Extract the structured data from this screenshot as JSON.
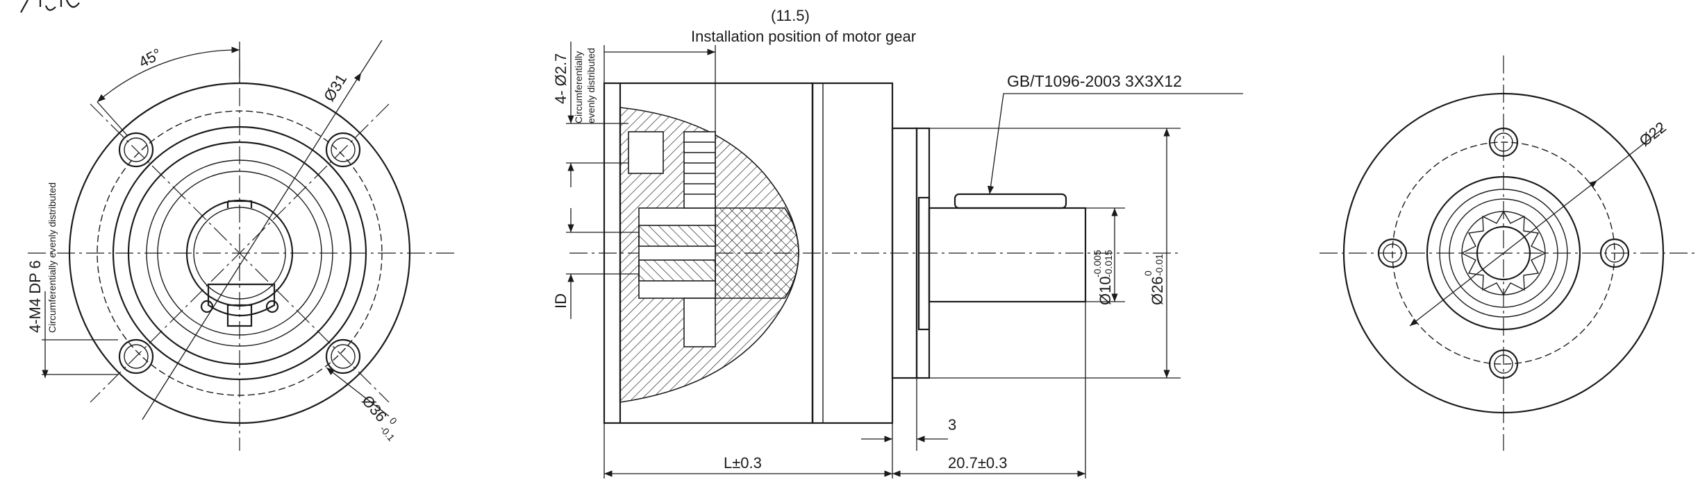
{
  "front_view": {
    "angle": "45°",
    "dia_31": "Ø31",
    "dia_36": "Ø36",
    "dia_36_tol_upper": "0",
    "dia_36_tol_lower": "-0.1",
    "thread": "4-M4 DP 6",
    "thread_note": "Circumferentially evenly distributed"
  },
  "side_view": {
    "install_dim": "(11.5)",
    "install_label": "Installation position of motor gear",
    "holes": "4- Ø2.7",
    "holes_note_1": "Circumferentially",
    "holes_note_2": "evenly distributed",
    "key_spec": "GB/T1096-2003  3X3X12",
    "id_label": "ID",
    "shaft_dia": "Ø10",
    "shaft_tol_upper": "-0.005",
    "shaft_tol_lower": "-0.015",
    "pilot_dia": "Ø26",
    "pilot_tol_upper": "0",
    "pilot_tol_lower": "-0.01",
    "dim_3": "3",
    "dim_L": "L±0.3",
    "dim_shaft_len": "20.7±0.3"
  },
  "rear_view": {
    "dia_22": "Ø22"
  }
}
